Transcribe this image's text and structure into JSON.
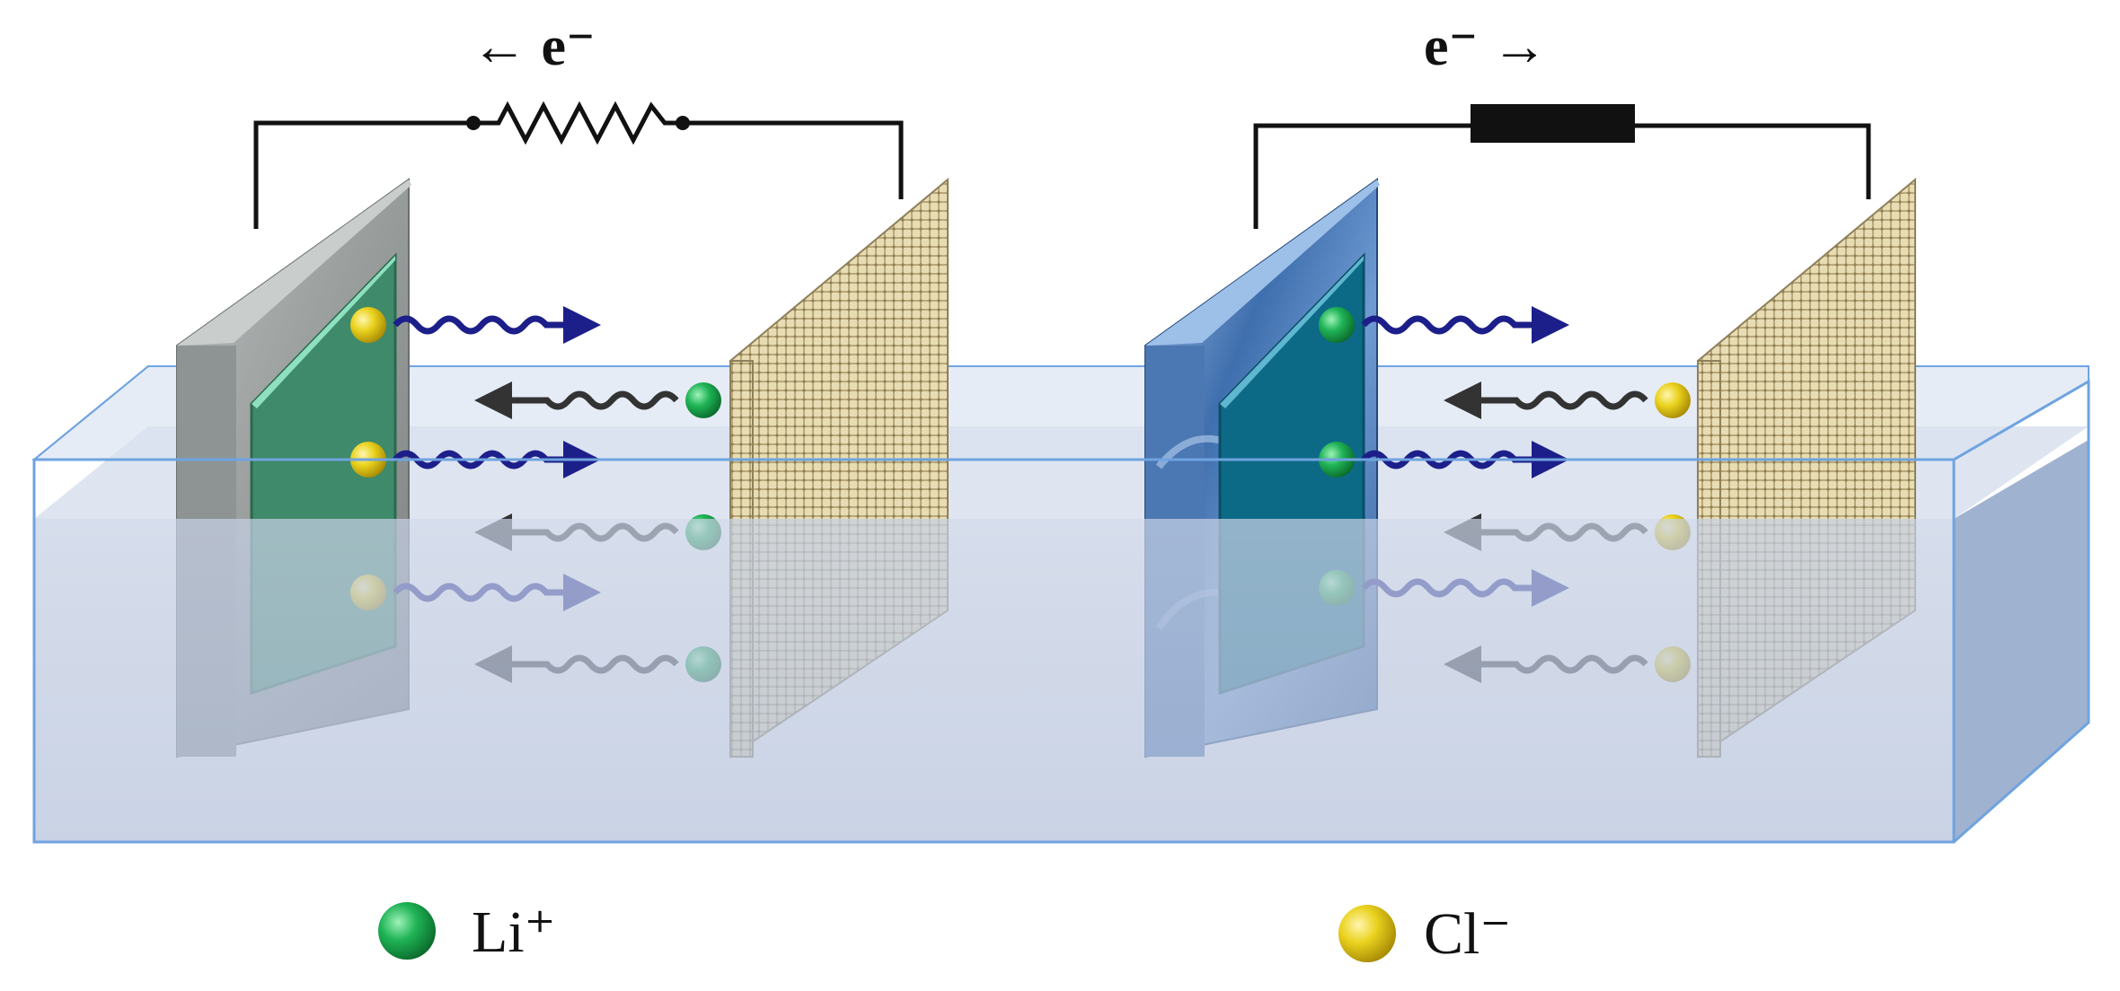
{
  "diagram": {
    "left_cell": {
      "electron_label": "← e⁻",
      "load_type": "resistor",
      "left_electrode_ions": [
        "Cl⁻",
        "Cl⁻",
        "Cl⁻"
      ],
      "right_electrode_ions": [
        "Li⁺",
        "Li⁺",
        "Li⁺"
      ]
    },
    "right_cell": {
      "electron_label": "e⁻ →",
      "load_type": "load",
      "left_electrode_ions": [
        "Li⁺",
        "Li⁺",
        "Li⁺"
      ],
      "right_electrode_ions": [
        "Cl⁻",
        "Cl⁻",
        "Cl⁻"
      ]
    },
    "legend": [
      {
        "label": "Li⁺",
        "color": "#1fa84f"
      },
      {
        "label": "Cl⁻",
        "color": "#e8c21a"
      }
    ],
    "colors": {
      "li_ion": "#1fa84f",
      "cl_ion": "#e8c21a",
      "outgoing_arrow": "#1c1f8a",
      "incoming_arrow": "#333333",
      "electrolyte": "#b9c6dd",
      "tank_edge": "#6fa3e0",
      "wire": "#111111"
    }
  }
}
